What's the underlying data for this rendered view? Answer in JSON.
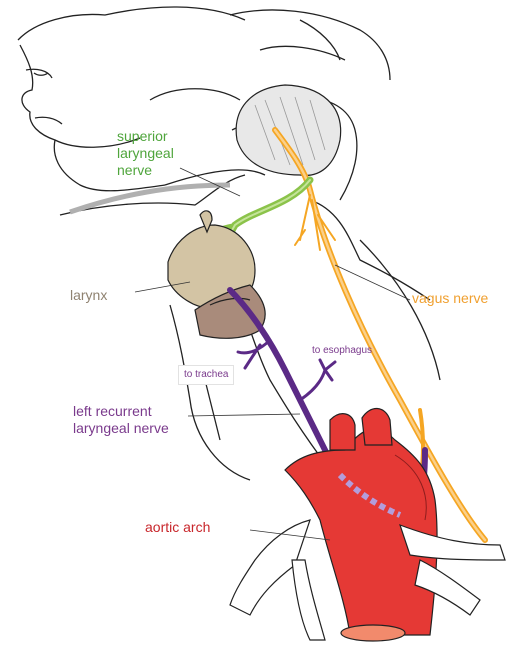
{
  "labels": {
    "superior_laryngeal_nerve": "superior\nlaryngeal\nnerve",
    "larynx": "larynx",
    "vagus_nerve": "vagus nerve",
    "to_esophagus": "to esophagus",
    "to_trachea": "to trachea",
    "left_recurrent_laryngeal_nerve": "left recurrent\nlaryngeal nerve",
    "aortic_arch": "aortic arch"
  },
  "colors": {
    "superior_laryngeal_nerve": "#8bc34a",
    "vagus_nerve": "#f5a623",
    "recurrent_laryngeal_nerve": "#5b2a86",
    "aorta": "#e53935",
    "larynx_light": "#d3c4a4",
    "larynx_dark": "#a98b7b",
    "outline": "#222222"
  }
}
